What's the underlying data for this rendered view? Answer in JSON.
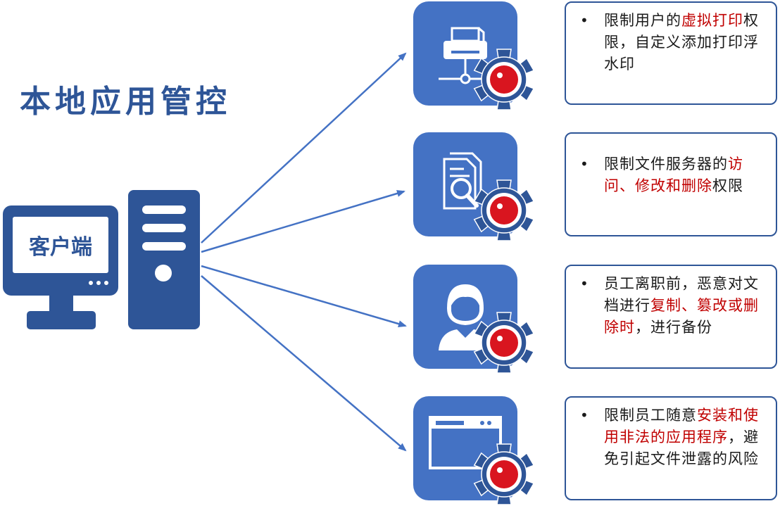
{
  "title": "本地应用管控",
  "client": {
    "label": "客户端"
  },
  "colors": {
    "primary": "#2e5597",
    "tile": "#4472c4",
    "highlight": "#c00000",
    "lens": "#d9151f"
  },
  "items": [
    {
      "icon": "printer-network-icon",
      "bullet": "•",
      "segments": [
        {
          "text": "限制用户的",
          "highlight": false
        },
        {
          "text": "虚拟打印",
          "highlight": true
        },
        {
          "text": "权限，自定义添加打印浮水印",
          "highlight": false
        }
      ]
    },
    {
      "icon": "document-search-icon",
      "bullet": "•",
      "segments": [
        {
          "text": "限制文件服务器的",
          "highlight": false
        },
        {
          "text": "访问、修改和删除",
          "highlight": true
        },
        {
          "text": "权限",
          "highlight": false
        }
      ]
    },
    {
      "icon": "employee-user-icon",
      "bullet": "•",
      "segments": [
        {
          "text": "员工离职前，恶意对文档进行",
          "highlight": false
        },
        {
          "text": "复制、篡改或删除时",
          "highlight": true
        },
        {
          "text": "，进行备份",
          "highlight": false
        }
      ]
    },
    {
      "icon": "application-window-icon",
      "bullet": "•",
      "segments": [
        {
          "text": "限制员工随意",
          "highlight": false
        },
        {
          "text": "安装和使用非法的应用程序",
          "highlight": true
        },
        {
          "text": "，避免引起文件泄露的风险",
          "highlight": false
        }
      ]
    }
  ]
}
